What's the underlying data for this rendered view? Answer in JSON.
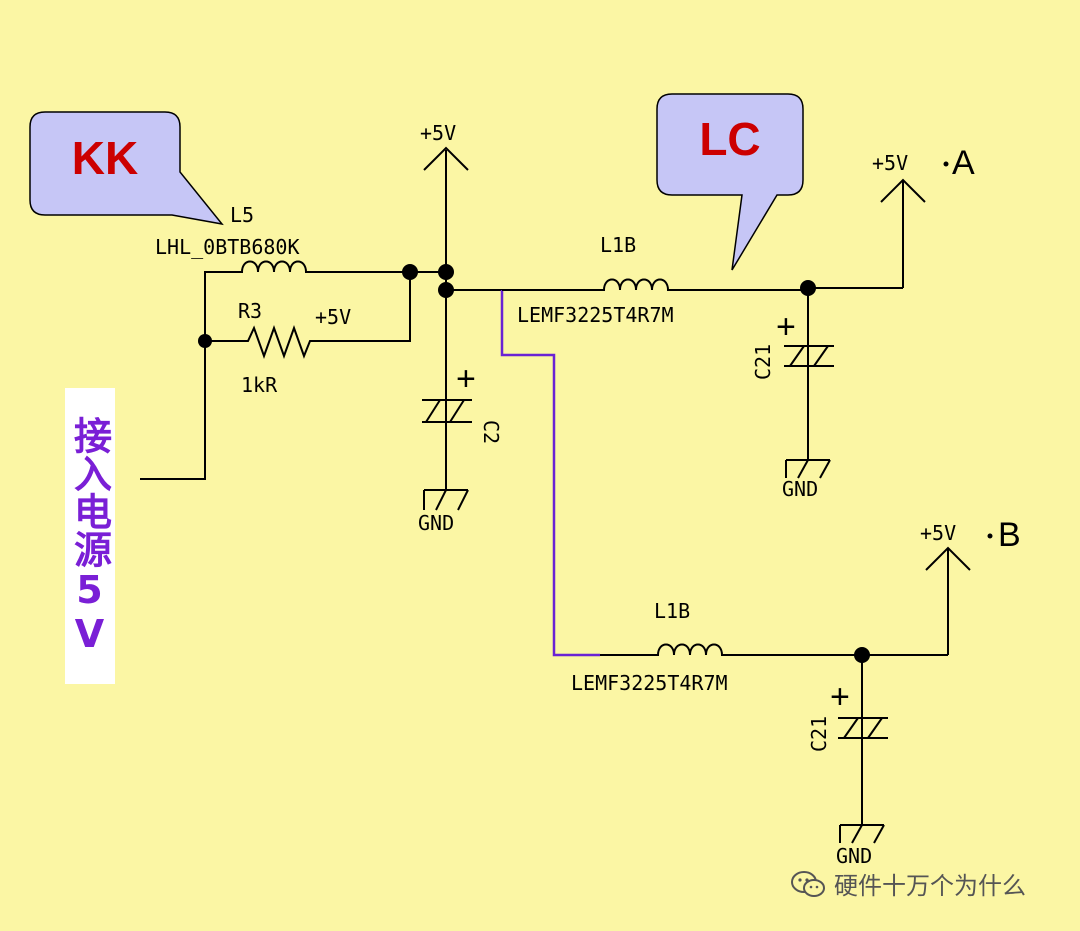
{
  "callouts": {
    "kk": "KK",
    "lc": "LC"
  },
  "rail_top": "+5V",
  "rail_a": "+5V",
  "rail_a_suffix": "A",
  "rail_b": "+5V",
  "rail_b_suffix": "B",
  "r3_rail": "+5V",
  "input_label": "接入电源5V",
  "l5": {
    "ref": "L5",
    "part": "LHL_0BTB680K"
  },
  "r3": {
    "ref": "R3",
    "value": "1kR"
  },
  "c2": {
    "ref": "C2"
  },
  "l1b_a": {
    "ref": "L1B",
    "part": "LEMF3225T4R7M"
  },
  "l1b_b": {
    "ref": "L1B",
    "part": "LEMF3225T4R7M"
  },
  "c21_a": {
    "ref": "C21"
  },
  "c21_b": {
    "ref": "C21"
  },
  "gnd": [
    "GND",
    "GND",
    "GND"
  ],
  "plus_sign": "+",
  "watermark": "硬件十万个为什么",
  "colors": {
    "background": "#fbf6a4",
    "callout_fill": "#c6c6f6",
    "callout_text": "#cc0000",
    "branch_wire": "#6a22d4",
    "input_text": "#7a1fd6"
  }
}
